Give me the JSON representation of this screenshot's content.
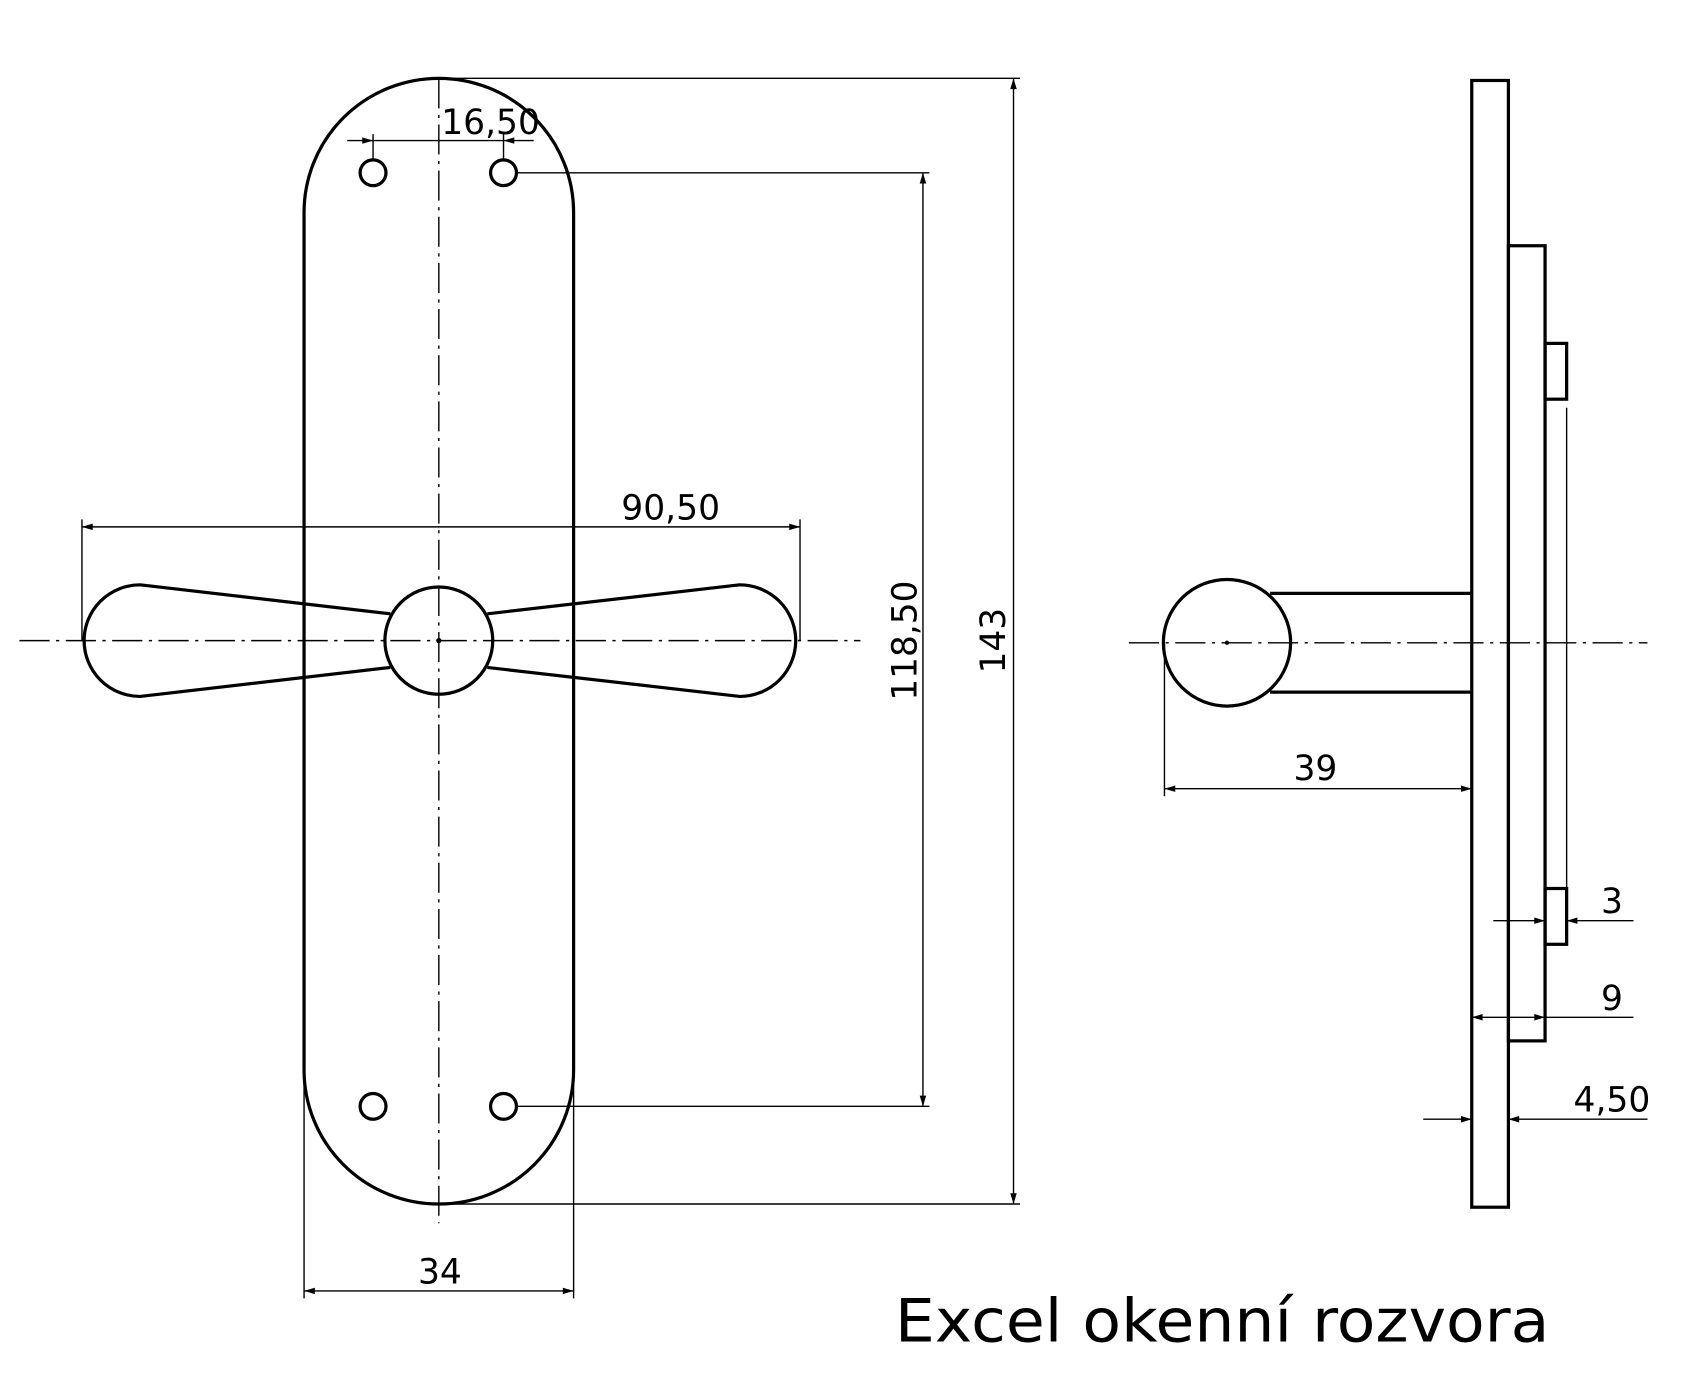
{
  "title": "Excel okenní rozvora",
  "dimensions": {
    "hole_spacing": "16,50",
    "lever_length": "90,50",
    "hole_center_distance": "118,50",
    "plate_height": "143",
    "plate_width": "34",
    "projection": "39",
    "tab_thickness": "3",
    "inner_thickness": "9",
    "plate_thickness": "4,50"
  }
}
